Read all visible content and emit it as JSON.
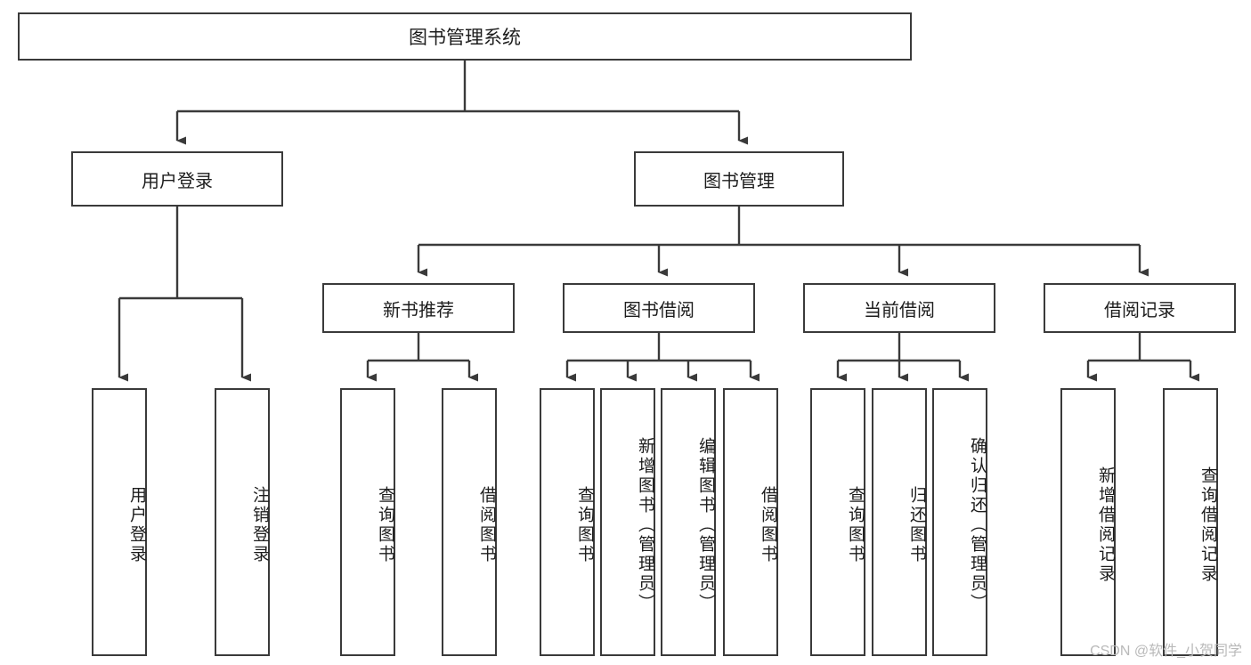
{
  "diagram": {
    "title": "图书管理系统",
    "type": "tree-hierarchy",
    "watermark": "CSDN @软件_小贺同学",
    "root": {
      "label": "图书管理系统"
    },
    "level2": [
      {
        "label": "用户登录"
      },
      {
        "label": "图书管理"
      }
    ],
    "level3": [
      {
        "label": "新书推荐"
      },
      {
        "label": "图书借阅"
      },
      {
        "label": "当前借阅"
      },
      {
        "label": "借阅记录"
      }
    ],
    "leaves": {
      "user_login": [
        {
          "label": "用户登录"
        },
        {
          "label": "注销登录"
        }
      ],
      "new_book_recommend": [
        {
          "label": "查询图书"
        },
        {
          "label": "借阅图书"
        }
      ],
      "book_borrow": [
        {
          "label": "查询图书"
        },
        {
          "label": "新增图书（管理员）"
        },
        {
          "label": "编辑图书（管理员）"
        },
        {
          "label": "借阅图书"
        }
      ],
      "current_borrow": [
        {
          "label": "查询图书"
        },
        {
          "label": "归还图书"
        },
        {
          "label": "确认归还（管理员）"
        }
      ],
      "borrow_record": [
        {
          "label": "新增借阅记录"
        },
        {
          "label": "查询借阅记录"
        }
      ]
    },
    "colors": {
      "border": "#3a3a3a",
      "line": "#3a3a3a",
      "background": "#ffffff",
      "text": "#1d1d1d",
      "watermark": "#b9b9b9"
    }
  }
}
